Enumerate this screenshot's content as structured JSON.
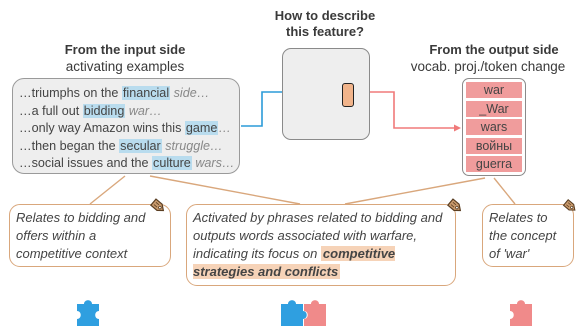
{
  "headers": {
    "feature_question": "How to describe this feature?",
    "input_title": "From the input side",
    "input_subtitle": "activating examples",
    "output_title": "From the output side",
    "output_subtitle": "vocab. proj./token change"
  },
  "examples": [
    {
      "pre": "…triumphs on the ",
      "hl": "financial",
      "after": " side…"
    },
    {
      "pre": "…a full out ",
      "hl": "bidding",
      "after": " war…"
    },
    {
      "pre": "…only way Amazon wins this ",
      "hl": "game",
      "after": "…"
    },
    {
      "pre": "…then began the ",
      "hl": "secular",
      "after": " struggle…"
    },
    {
      "pre": "…social issues and the ",
      "hl": "culture",
      "after": " wars…"
    }
  ],
  "output_tokens": [
    "war",
    "_War",
    "wars",
    "войны",
    "guerra"
  ],
  "descriptions": {
    "input": "Relates to bidding and offers within a competitive context",
    "combined_text": "Activated by phrases related to bidding and outputs words associated with warfare, indicating its focus on",
    "combined_focus": "competitive strategies and conflicts",
    "output": "Relates to the concept of 'war'"
  },
  "colors": {
    "input_highlight": "#b9dcee",
    "input_arrow": "#2b9bd8",
    "output_arrow": "#f07a7a",
    "token_fill": "#f09c9c",
    "feature_fill": "#f1b48b",
    "desc_border": "#d9a77c",
    "focus_highlight": "#f6d3b8",
    "puzzle_blue": "#2f9fe0",
    "puzzle_red": "#f08a8a"
  },
  "icons": [
    "tag-icon",
    "puzzle-piece-blue-icon",
    "puzzle-piece-red-icon",
    "puzzle-pair-icon"
  ]
}
